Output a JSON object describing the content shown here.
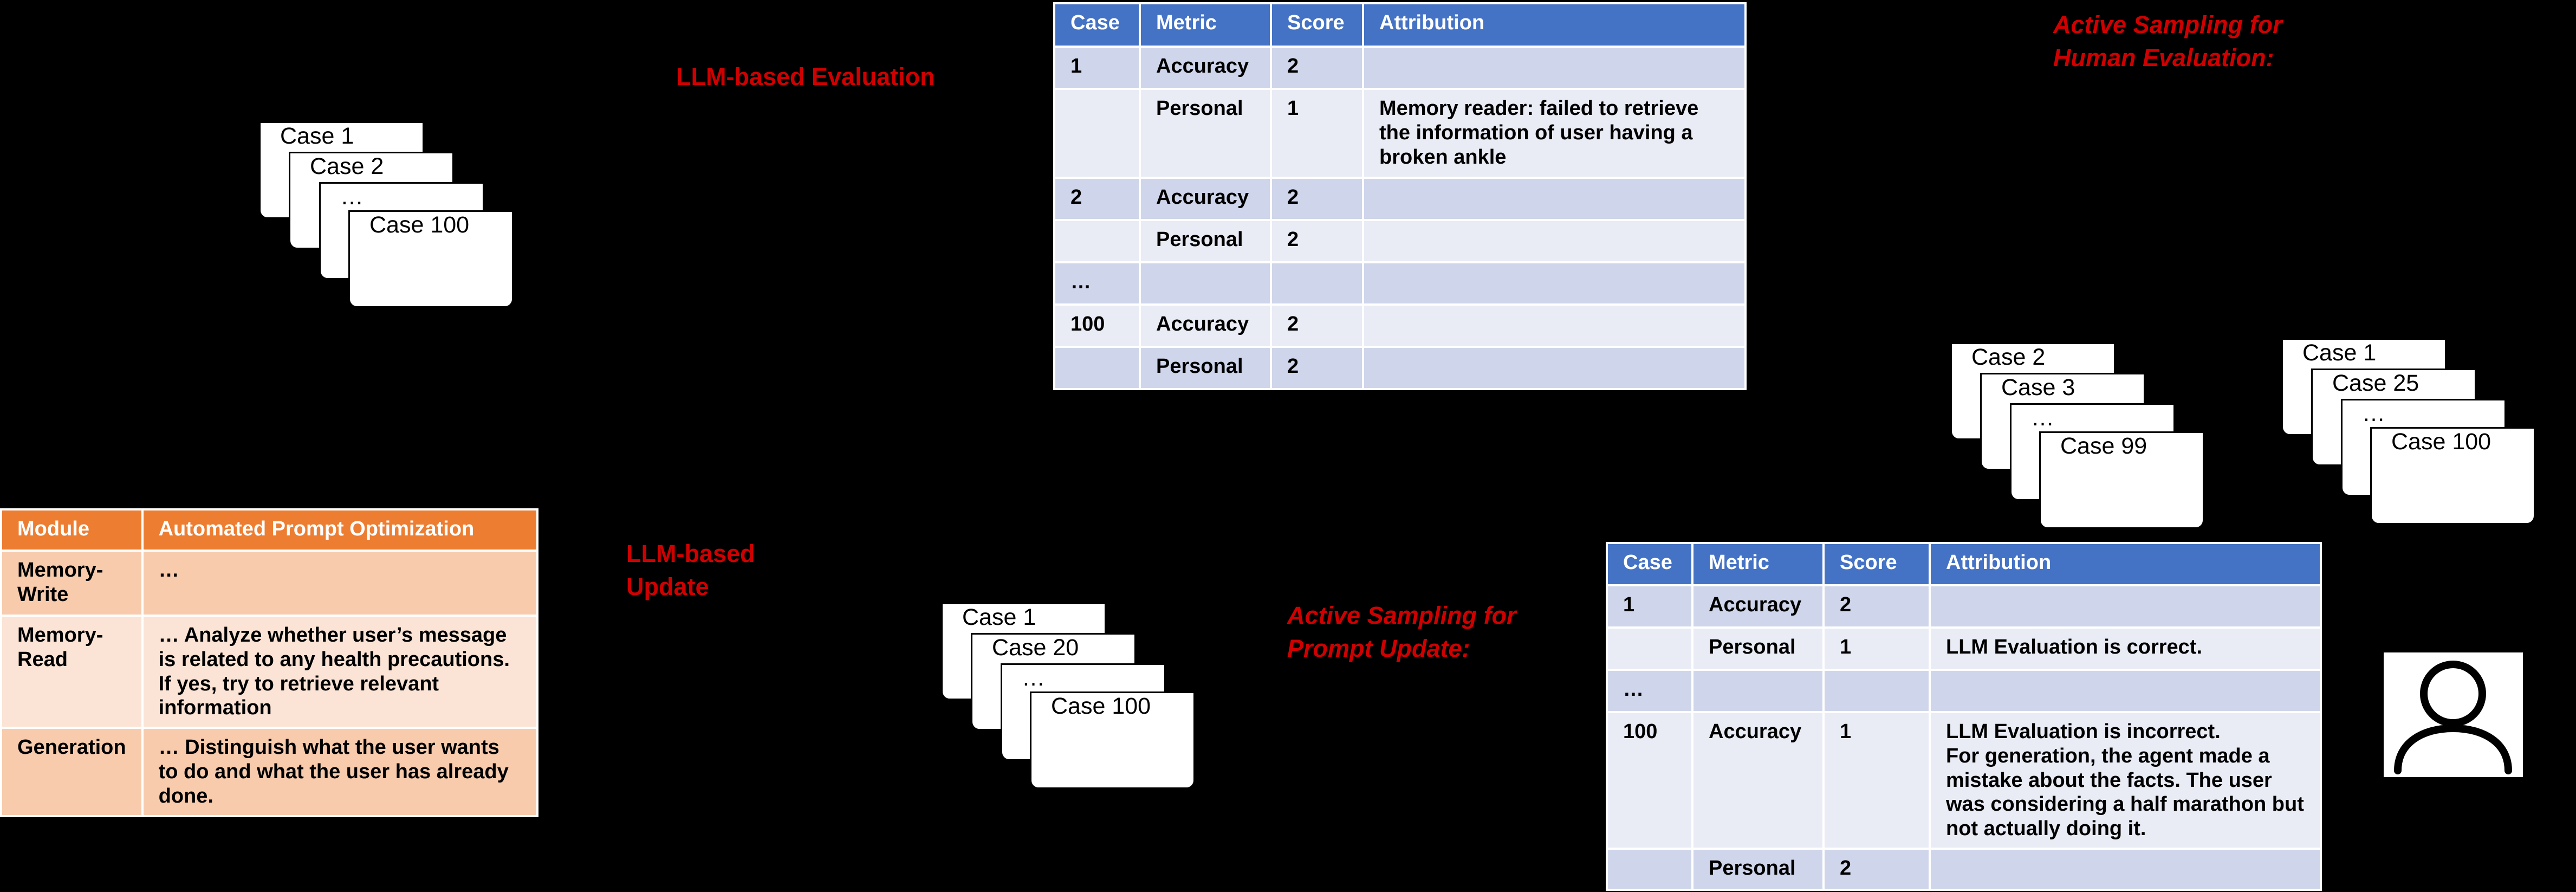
{
  "labels": {
    "llm_eval": "LLM-based Evaluation",
    "llm_update": "LLM-based\nUpdate",
    "active_prompt": "Active Sampling for\nPrompt Update:",
    "active_human": "Active Sampling for\nHuman Evaluation:"
  },
  "stack_all": [
    "Case 1",
    "Case 2",
    "…",
    "Case 100"
  ],
  "stack_prompt": [
    "Case 1",
    "Case 20",
    "…",
    "Case 100"
  ],
  "stack_human_a": [
    "Case 2",
    "Case 3",
    "…",
    "Case 99"
  ],
  "stack_human_b": [
    "Case 1",
    "Case 25",
    "…",
    "Case 100"
  ],
  "eval_table": {
    "headers": [
      "Case",
      "Metric",
      "Score",
      "Attribution"
    ],
    "rows": [
      [
        "1",
        "Accuracy",
        "2",
        ""
      ],
      [
        "",
        "Personal",
        "1",
        "Memory reader: failed to retrieve the information of user having a broken ankle"
      ],
      [
        "2",
        "Accuracy",
        "2",
        ""
      ],
      [
        "",
        "Personal",
        "2",
        ""
      ],
      [
        "…",
        "",
        "",
        ""
      ],
      [
        "100",
        "Accuracy",
        "2",
        ""
      ],
      [
        "",
        "Personal",
        "2",
        ""
      ]
    ]
  },
  "human_table": {
    "headers": [
      "Case",
      "Metric",
      "Score",
      "Attribution"
    ],
    "rows": [
      [
        "1",
        "Accuracy",
        "2",
        ""
      ],
      [
        "",
        "Personal",
        "1",
        "LLM Evaluation is correct."
      ],
      [
        "…",
        "",
        "",
        ""
      ],
      [
        "100",
        "Accuracy",
        "1",
        "LLM Evaluation is incorrect.\nFor generation, the agent made a mistake about the facts. The user was considering a half marathon but not actually doing it."
      ],
      [
        "",
        "Personal",
        "2",
        ""
      ]
    ]
  },
  "prompt_table": {
    "headers": [
      "Module",
      "Automated Prompt Optimization"
    ],
    "rows": [
      [
        "Memory-Write",
        "…"
      ],
      [
        "Memory-Read",
        "… Analyze whether user’s message is related to any health precautions. If yes, try to retrieve relevant information"
      ],
      [
        "Generation",
        "… Distinguish what the user wants to do and what the user has already done."
      ]
    ]
  },
  "icons": {
    "user": "user-silhouette-icon"
  }
}
